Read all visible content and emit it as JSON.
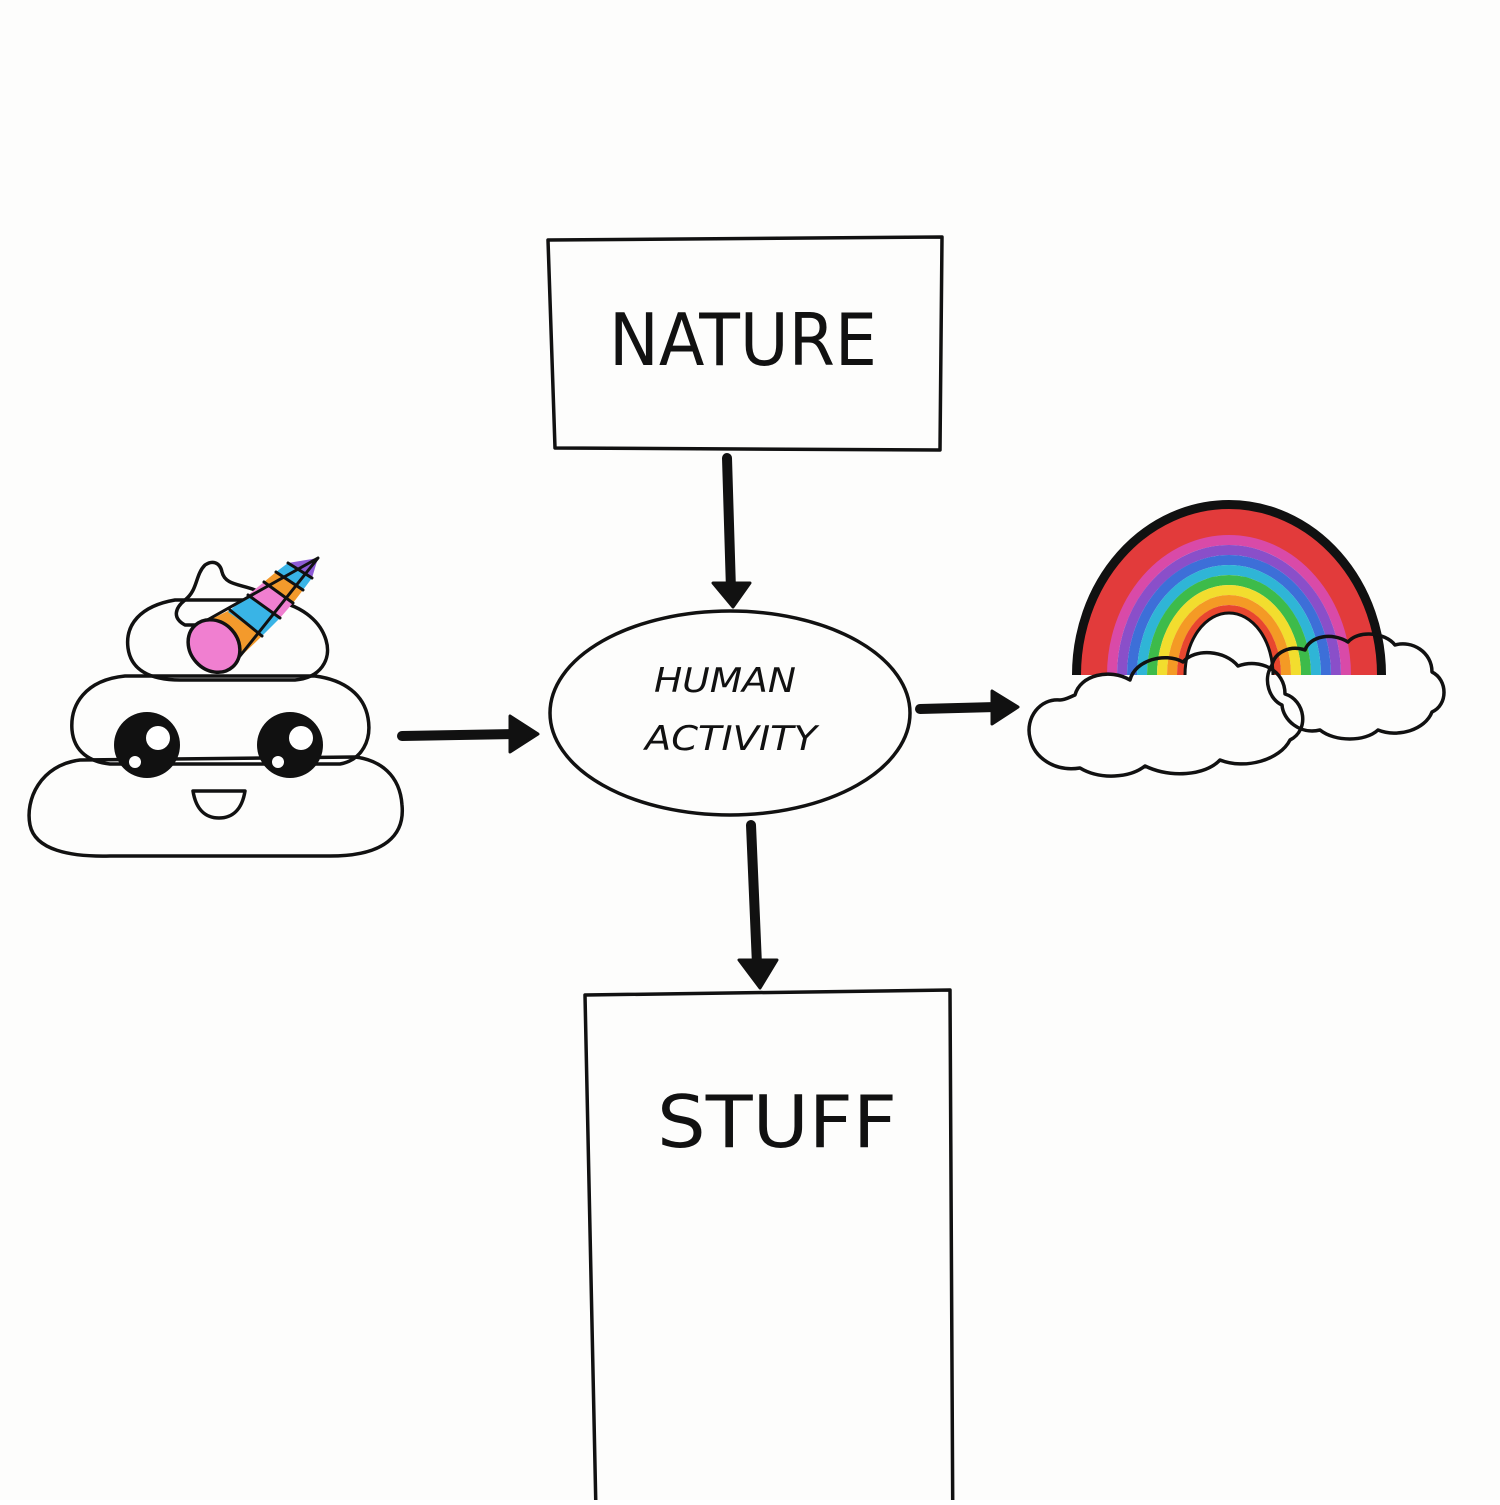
{
  "diagram": {
    "nodes": {
      "nature": {
        "label": "NATURE"
      },
      "human_activity": {
        "label_line1": "HUMAN",
        "label_line2": "ACTIVITY"
      },
      "stuff": {
        "label": "STUFF"
      }
    },
    "illustrations": {
      "left": "unicorn-poop-icon",
      "right": "rainbow-cloud-icon"
    },
    "edges": [
      {
        "from": "nature",
        "to": "human_activity"
      },
      {
        "from": "unicorn-poop",
        "to": "human_activity"
      },
      {
        "from": "human_activity",
        "to": "rainbow-cloud"
      },
      {
        "from": "human_activity",
        "to": "stuff"
      }
    ],
    "colors": {
      "ink": "#111111",
      "paper": "#fdfdfc",
      "rainbow": [
        "#e23b3b",
        "#d94aa8",
        "#8a4fc9",
        "#3d6fd8",
        "#2fb5d6",
        "#3dbb4a",
        "#f2dd2e",
        "#f49a25",
        "#e8462f"
      ],
      "horn": [
        "#f07fd0",
        "#f39a2c",
        "#39b4e6",
        "#8d5cd6"
      ]
    }
  }
}
